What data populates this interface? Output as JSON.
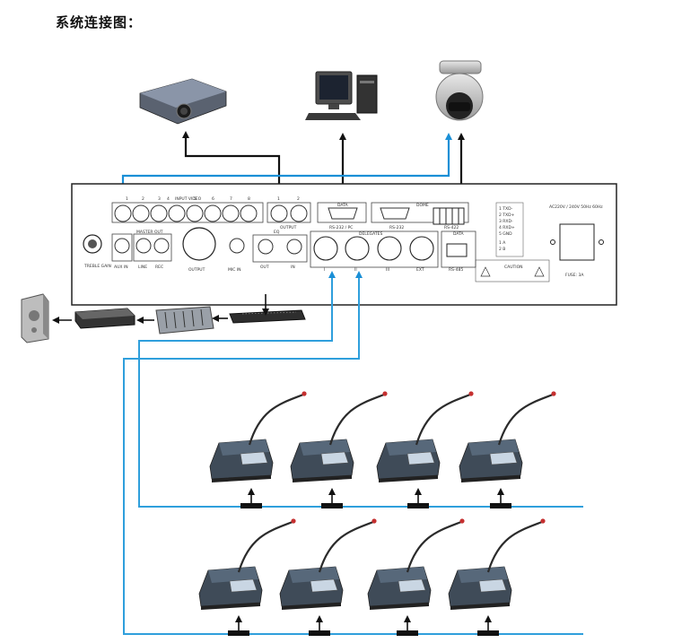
{
  "title": "系统连接图：",
  "panel": {
    "input_video_label": "INPUT VIDEO",
    "input_numbers": [
      "1",
      "2",
      "3",
      "4",
      "5",
      "6",
      "7",
      "8"
    ],
    "output_label": "OUTPUT",
    "output_numbers": [
      "1",
      "2"
    ],
    "rs232_pc_label": "RS-232 / PC",
    "data_label": "DATA",
    "dome_label": "DOME",
    "rs232_label": "RS-232",
    "rs422_label": "RS-422",
    "data2_label": "DATA",
    "rs485_label": "RS-485",
    "master_out_label": "MASTER OUT",
    "line_label": "LINE",
    "rec_label": "REC",
    "aux_in_label": "AUX IN",
    "treble_gain_label": "TREBLE GAIN",
    "output2_label": "OUTPUT",
    "mic_in_label": "MIC IN",
    "eq_label": "EQ",
    "out_label": "OUT",
    "in_label": "IN",
    "delegates_label": "DELEGATES",
    "delegate_ports": [
      "I",
      "II",
      "III",
      "EXT"
    ],
    "power_label": "AC220V / 240V 50Hz 60Hz",
    "fuse_label": "FUSE: 3A",
    "caution_label": "CAUTION",
    "rs422_table": [
      "1 TXD-",
      "2 TXD+",
      "3 RXD-",
      "4 RXD+",
      "5 GND"
    ],
    "rs485_table": [
      "1 A",
      "2 B"
    ]
  },
  "colors": {
    "video_line": "#1a8fd6",
    "control_line": "#111111",
    "delegate_line": "#2f9fdc",
    "panel_border": "#222222"
  },
  "icons": [
    "projector-icon",
    "computer-icon",
    "dome-camera-icon",
    "speaker-icon",
    "amplifier-icon",
    "mixer-icon",
    "equalizer-icon",
    "conference-unit-icon"
  ]
}
